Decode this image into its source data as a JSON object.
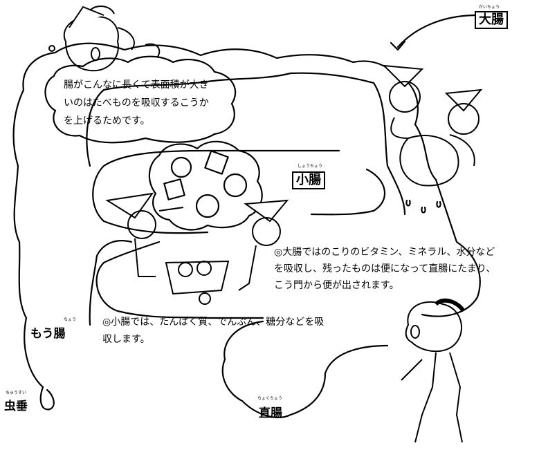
{
  "labels": {
    "large_intestine": "大腸",
    "large_intestine_ruby": "だいちょう",
    "small_intestine": "小腸",
    "small_intestine_ruby": "しょうちょう",
    "cecum": "もう腸",
    "cecum_ruby": "ちょう",
    "appendix": "虫垂",
    "appendix_ruby": "ちゅうすい",
    "rectum": "直腸",
    "rectum_ruby": "ちょくちょう"
  },
  "bubble": {
    "lines": [
      "腸がこんなに長くて表面積が大き",
      "いのはたべものを吸収するこうか",
      "を上げるためです。"
    ]
  },
  "large_note": {
    "lines": [
      "◎大腸ではのこりのビタミン、ミネラル、水分など",
      "を吸収し、残ったものは便になって直腸にたまり、",
      "こう門から便が出されます。"
    ]
  },
  "small_note": {
    "lines": [
      "◎小腸では、たんぱく質、でんぷん、糖分などを吸",
      "収します。"
    ]
  }
}
